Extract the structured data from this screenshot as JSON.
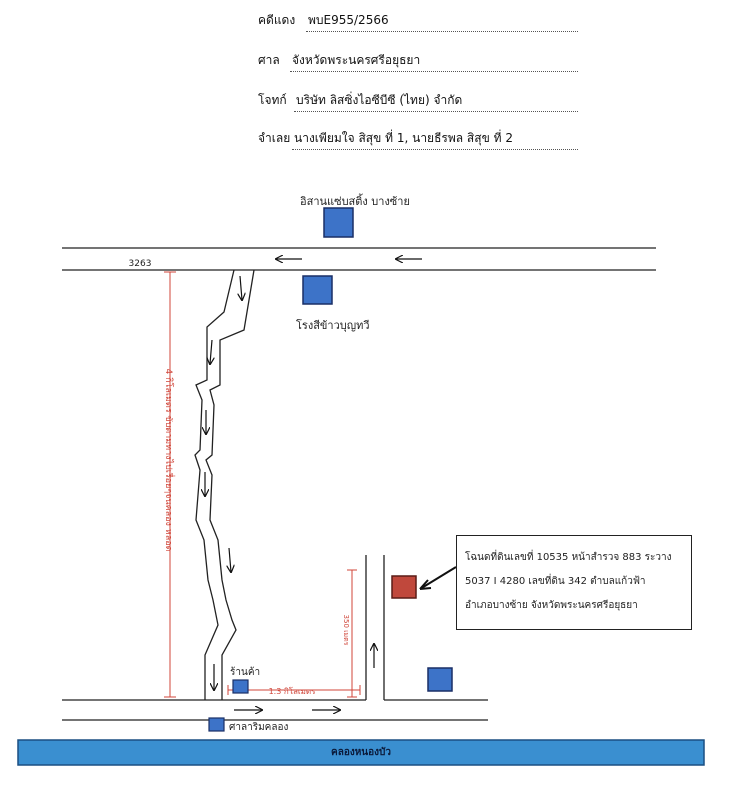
{
  "header": {
    "case_label": "คดีแดง",
    "case_value": "พบE955/2566",
    "court_label": "ศาล",
    "court_value": "จังหวัดพระนครศรีอยุธยา",
    "plaintiff_label": "โจทก์",
    "plaintiff_value": "บริษัท ลิสซิ่งไอซีบีซี (ไทย) จำกัด",
    "defendant_label": "จำเลย",
    "defendant_value": "นางเพียมใจ  สิสุข ที่ 1, นายธีรพล  สิสุข ที่ 2"
  },
  "map": {
    "landmark_top": "อิสานแซ่บสติ้ง บางซ้าย",
    "road_label": "3263",
    "rice_mill": "โรงสีข้าวบุญทวี",
    "distance_vertical": "4 กิโลเมตร ขับตามทางไปเรื่อยๆจนคลอง หลอด",
    "distance_horizontal": "1.3 กิโลเมตร",
    "distance_short": "350 เมตร",
    "shop": "ร้านค้า",
    "shrine": "ศาลาริมคลอง",
    "canal": "คลองหนองบัว",
    "deed_lines": [
      "โฉนดที่ดินเลขที่ 10535 หน้าสำรวจ 883 ระวาง",
      "5037 I 4280 เลขที่ดิน 342 ตำบลแก้วฟ้า",
      "อำเภอบางซ้าย จังหวัดพระนครศรีอยุธยา"
    ],
    "colors": {
      "marker_blue": "#3d73c8",
      "marker_edge": "#1a2f66",
      "property_red": "#c0483c",
      "canal_blue": "#3a8fd0",
      "distance_red": "#d0463a"
    }
  }
}
